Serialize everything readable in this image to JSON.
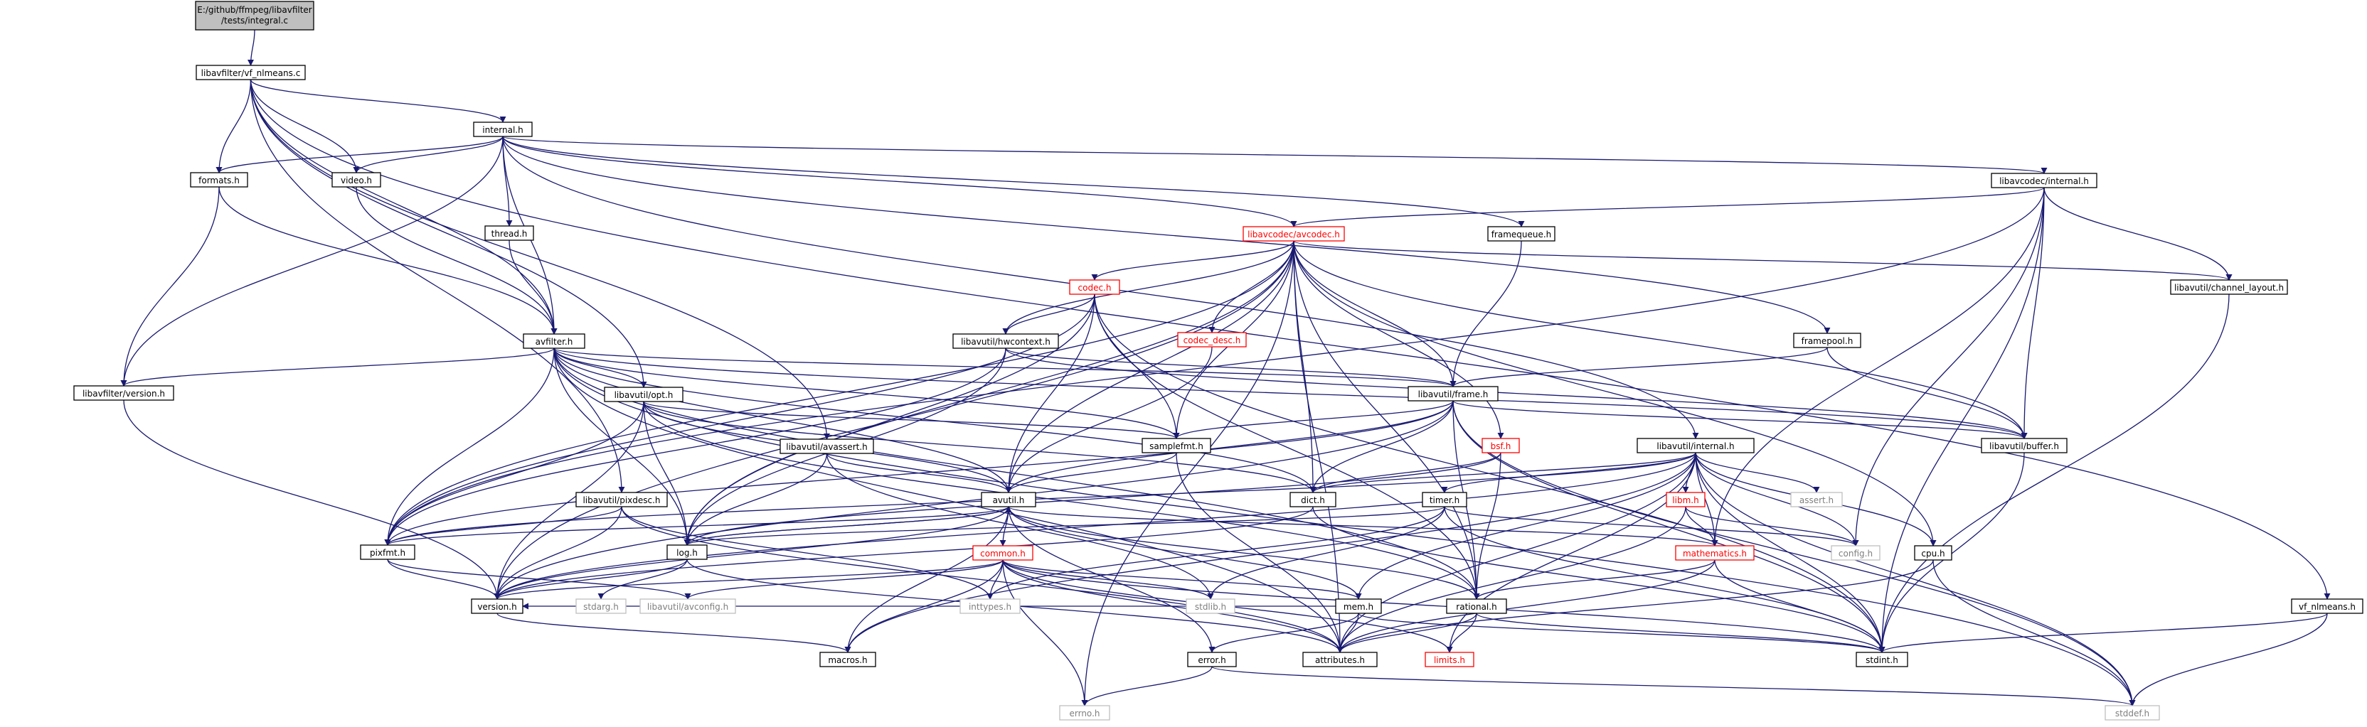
{
  "colors": {
    "edge": "#191970",
    "text_normal": "#000000",
    "text_link_error": "#ff0000",
    "text_external": "#7f7f7f",
    "border_normal": "#000000",
    "border_error": "#ff0000",
    "border_external": "#bfbfbf",
    "root_fill": "#bfbfbf"
  },
  "nodes": [
    {
      "id": "root",
      "label": "E:/github/ffmpeg/libavfilter/tests/integral.c",
      "kind": "root"
    },
    {
      "id": "vf_nlmeans_c",
      "label": "libavfilter/vf_nlmeans.c",
      "kind": "normal"
    },
    {
      "id": "internal_h",
      "label": "internal.h",
      "kind": "normal"
    },
    {
      "id": "formats_h",
      "label": "formats.h",
      "kind": "normal"
    },
    {
      "id": "video_h",
      "label": "video.h",
      "kind": "normal"
    },
    {
      "id": "thread_h",
      "label": "thread.h",
      "kind": "normal"
    },
    {
      "id": "avfilter_h",
      "label": "avfilter.h",
      "kind": "normal"
    },
    {
      "id": "lavf_version_h",
      "label": "libavfilter/version.h",
      "kind": "normal"
    },
    {
      "id": "opt_h",
      "label": "libavutil/opt.h",
      "kind": "normal"
    },
    {
      "id": "avassert_h",
      "label": "libavutil/avassert.h",
      "kind": "normal"
    },
    {
      "id": "pixdesc_h",
      "label": "libavutil/pixdesc.h",
      "kind": "normal"
    },
    {
      "id": "pixfmt_h",
      "label": "pixfmt.h",
      "kind": "normal"
    },
    {
      "id": "version_h",
      "label": "version.h",
      "kind": "normal"
    },
    {
      "id": "log_h",
      "label": "log.h",
      "kind": "normal"
    },
    {
      "id": "stdarg_h",
      "label": "stdarg.h",
      "kind": "external"
    },
    {
      "id": "avconfig_h",
      "label": "libavutil/avconfig.h",
      "kind": "external"
    },
    {
      "id": "macros_h",
      "label": "macros.h",
      "kind": "normal"
    },
    {
      "id": "errno_h",
      "label": "errno.h",
      "kind": "external"
    },
    {
      "id": "avcodec_h",
      "label": "libavcodec/avcodec.h",
      "kind": "error"
    },
    {
      "id": "codec_h",
      "label": "codec.h",
      "kind": "error"
    },
    {
      "id": "codec_desc_h",
      "label": "codec_desc.h",
      "kind": "error"
    },
    {
      "id": "hwcontext_h",
      "label": "libavutil/hwcontext.h",
      "kind": "normal"
    },
    {
      "id": "samplefmt_h",
      "label": "samplefmt.h",
      "kind": "normal"
    },
    {
      "id": "avutil_h",
      "label": "avutil.h",
      "kind": "normal"
    },
    {
      "id": "common_h",
      "label": "common.h",
      "kind": "error"
    },
    {
      "id": "inttypes_h",
      "label": "inttypes.h",
      "kind": "external"
    },
    {
      "id": "stdlib_h",
      "label": "stdlib.h",
      "kind": "external"
    },
    {
      "id": "mem_h",
      "label": "mem.h",
      "kind": "normal"
    },
    {
      "id": "error_h",
      "label": "error.h",
      "kind": "normal"
    },
    {
      "id": "attributes_h",
      "label": "attributes.h",
      "kind": "normal"
    },
    {
      "id": "rational_h",
      "label": "rational.h",
      "kind": "normal"
    },
    {
      "id": "limits_h",
      "label": "limits.h",
      "kind": "error"
    },
    {
      "id": "stdint_h",
      "label": "stdint.h",
      "kind": "normal"
    },
    {
      "id": "stddef_h",
      "label": "stddef.h",
      "kind": "external"
    },
    {
      "id": "dict_h",
      "label": "dict.h",
      "kind": "normal"
    },
    {
      "id": "frame_h",
      "label": "libavutil/frame.h",
      "kind": "normal"
    },
    {
      "id": "buffer_h",
      "label": "libavutil/buffer.h",
      "kind": "normal"
    },
    {
      "id": "bsf_h",
      "label": "bsf.h",
      "kind": "error"
    },
    {
      "id": "framequeue_h",
      "label": "framequeue.h",
      "kind": "normal"
    },
    {
      "id": "framepool_h",
      "label": "framepool.h",
      "kind": "normal"
    },
    {
      "id": "lavc_internal_h",
      "label": "libavcodec/internal.h",
      "kind": "normal"
    },
    {
      "id": "channel_layout_h",
      "label": "libavutil/channel_layout.h",
      "kind": "normal"
    },
    {
      "id": "lavu_internal_h",
      "label": "libavutil/internal.h",
      "kind": "normal"
    },
    {
      "id": "timer_h",
      "label": "timer.h",
      "kind": "normal"
    },
    {
      "id": "libm_h",
      "label": "libm.h",
      "kind": "error"
    },
    {
      "id": "mathematics_h",
      "label": "mathematics.h",
      "kind": "error"
    },
    {
      "id": "assert_h",
      "label": "assert.h",
      "kind": "external"
    },
    {
      "id": "config_h",
      "label": "config.h",
      "kind": "external"
    },
    {
      "id": "cpu_h",
      "label": "cpu.h",
      "kind": "normal"
    },
    {
      "id": "vf_nlmeans_h",
      "label": "vf_nlmeans.h",
      "kind": "normal"
    }
  ],
  "edges": [
    [
      "root",
      "vf_nlmeans_c"
    ],
    [
      "vf_nlmeans_c",
      "internal_h"
    ],
    [
      "vf_nlmeans_c",
      "formats_h"
    ],
    [
      "vf_nlmeans_c",
      "video_h"
    ],
    [
      "vf_nlmeans_c",
      "avfilter_h"
    ],
    [
      "vf_nlmeans_c",
      "opt_h"
    ],
    [
      "vf_nlmeans_c",
      "avassert_h"
    ],
    [
      "vf_nlmeans_c",
      "pixdesc_h"
    ],
    [
      "vf_nlmeans_c",
      "vf_nlmeans_h"
    ],
    [
      "internal_h",
      "formats_h"
    ],
    [
      "internal_h",
      "video_h"
    ],
    [
      "internal_h",
      "thread_h"
    ],
    [
      "internal_h",
      "avfilter_h"
    ],
    [
      "internal_h",
      "lavf_version_h"
    ],
    [
      "internal_h",
      "avcodec_h"
    ],
    [
      "internal_h",
      "framequeue_h"
    ],
    [
      "internal_h",
      "framepool_h"
    ],
    [
      "internal_h",
      "lavc_internal_h"
    ],
    [
      "internal_h",
      "lavu_internal_h"
    ],
    [
      "formats_h",
      "avfilter_h"
    ],
    [
      "formats_h",
      "lavf_version_h"
    ],
    [
      "video_h",
      "avfilter_h"
    ],
    [
      "thread_h",
      "avfilter_h"
    ],
    [
      "avfilter_h",
      "lavf_version_h"
    ],
    [
      "avfilter_h",
      "opt_h"
    ],
    [
      "avfilter_h",
      "samplefmt_h"
    ],
    [
      "avfilter_h",
      "pixfmt_h"
    ],
    [
      "avfilter_h",
      "rational_h"
    ],
    [
      "avfilter_h",
      "log_h"
    ],
    [
      "avfilter_h",
      "frame_h"
    ],
    [
      "avfilter_h",
      "buffer_h"
    ],
    [
      "avfilter_h",
      "dict_h"
    ],
    [
      "avfilter_h",
      "avutil_h"
    ],
    [
      "avfilter_h",
      "attributes_h"
    ],
    [
      "avfilter_h",
      "stddef_h"
    ],
    [
      "lavf_version_h",
      "version_h"
    ],
    [
      "opt_h",
      "rational_h"
    ],
    [
      "opt_h",
      "avutil_h"
    ],
    [
      "opt_h",
      "dict_h"
    ],
    [
      "opt_h",
      "log_h"
    ],
    [
      "opt_h",
      "pixfmt_h"
    ],
    [
      "opt_h",
      "samplefmt_h"
    ],
    [
      "opt_h",
      "version_h"
    ],
    [
      "avassert_h",
      "avutil_h"
    ],
    [
      "avassert_h",
      "log_h"
    ],
    [
      "avassert_h",
      "stdlib_h"
    ],
    [
      "pixdesc_h",
      "attributes_h"
    ],
    [
      "pixdesc_h",
      "pixfmt_h"
    ],
    [
      "pixdesc_h",
      "version_h"
    ],
    [
      "pixdesc_h",
      "inttypes_h"
    ],
    [
      "pixfmt_h",
      "version_h"
    ],
    [
      "pixfmt_h",
      "avconfig_h"
    ],
    [
      "version_h",
      "macros_h"
    ],
    [
      "log_h",
      "stdarg_h"
    ],
    [
      "log_h",
      "avutil_h"
    ],
    [
      "log_h",
      "attributes_h"
    ],
    [
      "log_h",
      "version_h"
    ],
    [
      "avcodec_h",
      "codec_h"
    ],
    [
      "avcodec_h",
      "codec_desc_h"
    ],
    [
      "avcodec_h",
      "hwcontext_h"
    ],
    [
      "avcodec_h",
      "samplefmt_h"
    ],
    [
      "avcodec_h",
      "avutil_h"
    ],
    [
      "avcodec_h",
      "frame_h"
    ],
    [
      "avcodec_h",
      "buffer_h"
    ],
    [
      "avcodec_h",
      "bsf_h"
    ],
    [
      "avcodec_h",
      "dict_h"
    ],
    [
      "avcodec_h",
      "rational_h"
    ],
    [
      "avcodec_h",
      "pixfmt_h"
    ],
    [
      "avcodec_h",
      "attributes_h"
    ],
    [
      "avcodec_h",
      "log_h"
    ],
    [
      "avcodec_h",
      "version_h"
    ],
    [
      "avcodec_h",
      "errno_h"
    ],
    [
      "avcodec_h",
      "cpu_h"
    ],
    [
      "avcodec_h",
      "channel_layout_h"
    ],
    [
      "codec_h",
      "hwcontext_h"
    ],
    [
      "codec_h",
      "avutil_h"
    ],
    [
      "codec_h",
      "log_h"
    ],
    [
      "codec_h",
      "pixfmt_h"
    ],
    [
      "codec_h",
      "rational_h"
    ],
    [
      "codec_h",
      "samplefmt_h"
    ],
    [
      "codec_h",
      "stdint_h"
    ],
    [
      "codec_desc_h",
      "avutil_h"
    ],
    [
      "hwcontext_h",
      "buffer_h"
    ],
    [
      "hwcontext_h",
      "frame_h"
    ],
    [
      "hwcontext_h",
      "log_h"
    ],
    [
      "hwcontext_h",
      "pixfmt_h"
    ],
    [
      "samplefmt_h",
      "avutil_h"
    ],
    [
      "samplefmt_h",
      "attributes_h"
    ],
    [
      "avutil_h",
      "common_h"
    ],
    [
      "avutil_h",
      "error_h"
    ],
    [
      "avutil_h",
      "rational_h"
    ],
    [
      "avutil_h",
      "version_h"
    ],
    [
      "avutil_h",
      "macros_h"
    ],
    [
      "avutil_h",
      "mathematics_h"
    ],
    [
      "avutil_h",
      "log_h"
    ],
    [
      "avutil_h",
      "pixfmt_h"
    ],
    [
      "common_h",
      "inttypes_h"
    ],
    [
      "common_h",
      "stdlib_h"
    ],
    [
      "common_h",
      "mem_h"
    ],
    [
      "common_h",
      "attributes_h"
    ],
    [
      "common_h",
      "macros_h"
    ],
    [
      "common_h",
      "version_h"
    ],
    [
      "common_h",
      "errno_h"
    ],
    [
      "common_h",
      "limits_h"
    ],
    [
      "common_h",
      "stdint_h"
    ],
    [
      "common_h",
      "avconfig_h"
    ],
    [
      "mem_h",
      "attributes_h"
    ],
    [
      "mem_h",
      "error_h"
    ],
    [
      "mem_h",
      "avutil_h"
    ],
    [
      "mem_h",
      "version_h"
    ],
    [
      "mem_h",
      "stdint_h"
    ],
    [
      "error_h",
      "errno_h"
    ],
    [
      "error_h",
      "stddef_h"
    ],
    [
      "rational_h",
      "attributes_h"
    ],
    [
      "rational_h",
      "limits_h"
    ],
    [
      "rational_h",
      "stdint_h"
    ],
    [
      "dict_h",
      "version_h"
    ],
    [
      "dict_h",
      "stdint_h"
    ],
    [
      "frame_h",
      "avutil_h"
    ],
    [
      "frame_h",
      "buffer_h"
    ],
    [
      "frame_h",
      "dict_h"
    ],
    [
      "frame_h",
      "rational_h"
    ],
    [
      "frame_h",
      "samplefmt_h"
    ],
    [
      "frame_h",
      "pixfmt_h"
    ],
    [
      "frame_h",
      "version_h"
    ],
    [
      "frame_h",
      "stddef_h"
    ],
    [
      "frame_h",
      "stdint_h"
    ],
    [
      "buffer_h",
      "stdint_h"
    ],
    [
      "bsf_h",
      "dict_h"
    ],
    [
      "bsf_h",
      "log_h"
    ],
    [
      "bsf_h",
      "rational_h"
    ],
    [
      "framequeue_h",
      "frame_h"
    ],
    [
      "framepool_h",
      "frame_h"
    ],
    [
      "framepool_h",
      "buffer_h"
    ],
    [
      "lavc_internal_h",
      "avcodec_h"
    ],
    [
      "lavc_internal_h",
      "buffer_h"
    ],
    [
      "lavc_internal_h",
      "channel_layout_h"
    ],
    [
      "lavc_internal_h",
      "mathematics_h"
    ],
    [
      "lavc_internal_h",
      "pixfmt_h"
    ],
    [
      "lavc_internal_h",
      "config_h"
    ],
    [
      "lavc_internal_h",
      "stdint_h"
    ],
    [
      "channel_layout_h",
      "stdint_h"
    ],
    [
      "lavu_internal_h",
      "timer_h"
    ],
    [
      "lavu_internal_h",
      "cpu_h"
    ],
    [
      "lavu_internal_h",
      "dict_h"
    ],
    [
      "lavu_internal_h",
      "pixfmt_h"
    ],
    [
      "lavu_internal_h",
      "version_h"
    ],
    [
      "lavu_internal_h",
      "libm_h"
    ],
    [
      "lavu_internal_h",
      "mathematics_h"
    ],
    [
      "lavu_internal_h",
      "assert_h"
    ],
    [
      "lavu_internal_h",
      "config_h"
    ],
    [
      "lavu_internal_h",
      "attributes_h"
    ],
    [
      "lavu_internal_h",
      "mem_h"
    ],
    [
      "lavu_internal_h",
      "stddef_h"
    ],
    [
      "lavu_internal_h",
      "limits_h"
    ],
    [
      "lavu_internal_h",
      "stdint_h"
    ],
    [
      "lavu_internal_h",
      "macros_h"
    ],
    [
      "timer_h",
      "config_h"
    ],
    [
      "timer_h",
      "log_h"
    ],
    [
      "timer_h",
      "stdint_h"
    ],
    [
      "timer_h",
      "stdlib_h"
    ],
    [
      "timer_h",
      "inttypes_h"
    ],
    [
      "libm_h",
      "config_h"
    ],
    [
      "libm_h",
      "mathematics_h"
    ],
    [
      "libm_h",
      "attributes_h"
    ],
    [
      "mathematics_h",
      "rational_h"
    ],
    [
      "mathematics_h",
      "attributes_h"
    ],
    [
      "mathematics_h",
      "stdint_h"
    ],
    [
      "cpu_h",
      "attributes_h"
    ],
    [
      "cpu_h",
      "stddef_h"
    ],
    [
      "vf_nlmeans_h",
      "stdint_h"
    ],
    [
      "vf_nlmeans_h",
      "stddef_h"
    ]
  ]
}
